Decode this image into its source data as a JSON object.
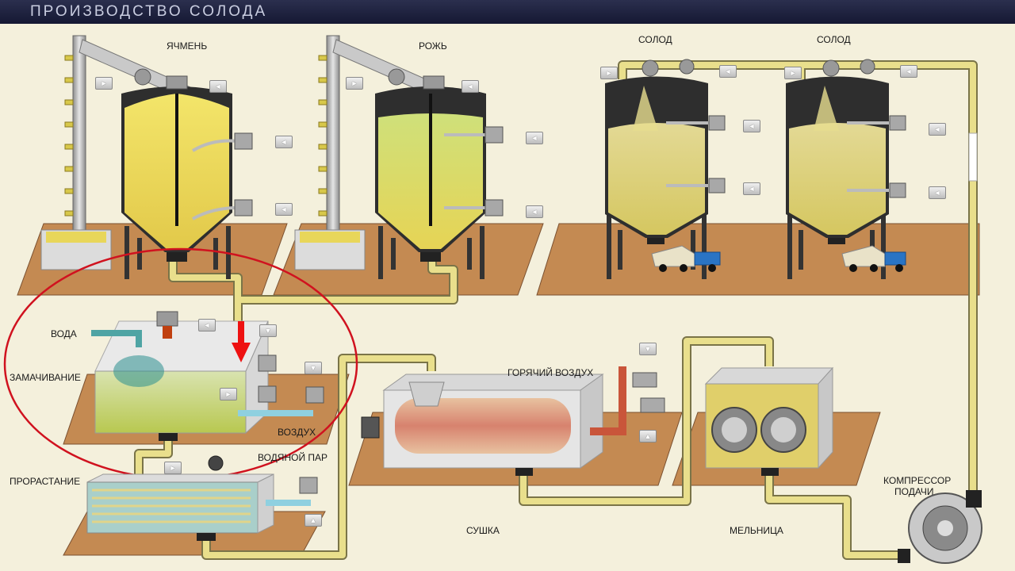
{
  "header": {
    "title": "ПРОИЗВОДСТВО СОЛОДА"
  },
  "labels": {
    "barley": "ЯЧМЕНЬ",
    "rye": "РОЖЬ",
    "malt1": "СОЛОД",
    "malt2": "СОЛОД",
    "water": "ВОДА",
    "steeping": "ЗАМАЧИВАНИЕ",
    "air": "ВОЗДУХ",
    "steam": "ВОДЯНОЙ ПАР",
    "germination": "ПРОРАСТАНИЕ",
    "hot_air": "ГОРЯЧИЙ ВОЗДУХ",
    "drying": "СУШКА",
    "mill": "МЕЛЬНИЦА",
    "compressor_line1": "КОМПРЕССОР",
    "compressor_line2": "ПОДАЧИ"
  },
  "icons": {
    "play": "►",
    "back": "◄",
    "down": "▼",
    "up": "▲"
  },
  "colors": {
    "grain": "#e8d65a",
    "pipe": "#e6dc8a",
    "floor": "#c48a52",
    "highlight": "#d0121f",
    "water": "#4fa4a4"
  }
}
